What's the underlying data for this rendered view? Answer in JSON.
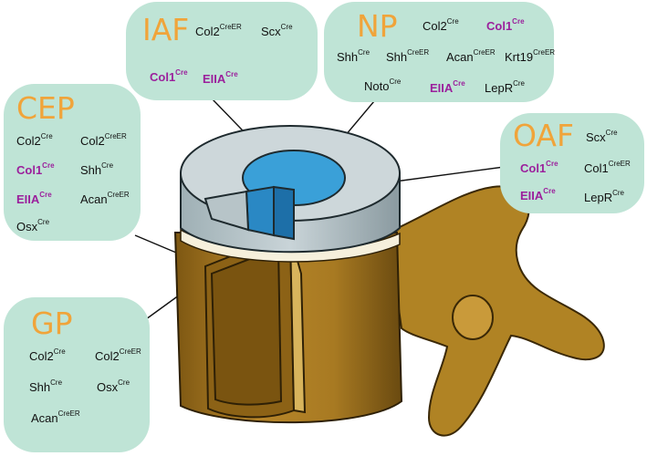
{
  "colors": {
    "callout_background": "#bfe4d6",
    "region_title": "#f0a43a",
    "marker_highlight": "#9b1f9c",
    "marker_default": "#111111"
  },
  "callouts": {
    "iaf": {
      "title": "IAF",
      "markers": [
        {
          "gene": "Col2",
          "driver": "CreER",
          "highlight": false
        },
        {
          "gene": "Scx",
          "driver": "Cre",
          "highlight": false
        },
        {
          "gene": "Col1",
          "driver": "Cre",
          "highlight": true
        },
        {
          "gene": "EIIA",
          "driver": "Cre",
          "highlight": true
        }
      ]
    },
    "np": {
      "title": "NP",
      "markers": [
        {
          "gene": "Col2",
          "driver": "Cre",
          "highlight": false
        },
        {
          "gene": "Col1",
          "driver": "Cre",
          "highlight": true
        },
        {
          "gene": "Shh",
          "driver": "Cre",
          "highlight": false
        },
        {
          "gene": "Shh",
          "driver": "CreER",
          "highlight": false
        },
        {
          "gene": "Acan",
          "driver": "CreER",
          "highlight": false
        },
        {
          "gene": "Krt19",
          "driver": "CreER",
          "highlight": false
        },
        {
          "gene": "Noto",
          "driver": "Cre",
          "highlight": false
        },
        {
          "gene": "EIIA",
          "driver": "Cre",
          "highlight": true
        },
        {
          "gene": "LepR",
          "driver": "Cre",
          "highlight": false
        }
      ]
    },
    "cep": {
      "title": "CEP",
      "markers": [
        {
          "gene": "Col2",
          "driver": "Cre",
          "highlight": false
        },
        {
          "gene": "Col2",
          "driver": "CreER",
          "highlight": false
        },
        {
          "gene": "Col1",
          "driver": "Cre",
          "highlight": true
        },
        {
          "gene": "Shh",
          "driver": "Cre",
          "highlight": false
        },
        {
          "gene": "EIIA",
          "driver": "Cre",
          "highlight": true
        },
        {
          "gene": "Acan",
          "driver": "CreER",
          "highlight": false
        },
        {
          "gene": "Osx",
          "driver": "Cre",
          "highlight": false
        }
      ]
    },
    "oaf": {
      "title": "OAF",
      "markers": [
        {
          "gene": "Scx",
          "driver": "Cre",
          "highlight": false
        },
        {
          "gene": "Col1",
          "driver": "Cre",
          "highlight": true
        },
        {
          "gene": "Col1",
          "driver": "CreER",
          "highlight": false
        },
        {
          "gene": "EIIA",
          "driver": "Cre",
          "highlight": true
        },
        {
          "gene": "LepR",
          "driver": "Cre",
          "highlight": false
        }
      ]
    },
    "gp": {
      "title": "GP",
      "markers": [
        {
          "gene": "Col2",
          "driver": "Cre",
          "highlight": false
        },
        {
          "gene": "Col2",
          "driver": "CreER",
          "highlight": false
        },
        {
          "gene": "Shh",
          "driver": "Cre",
          "highlight": false
        },
        {
          "gene": "Osx",
          "driver": "Cre",
          "highlight": false
        },
        {
          "gene": "Acan",
          "driver": "CreER",
          "highlight": false
        }
      ]
    }
  }
}
